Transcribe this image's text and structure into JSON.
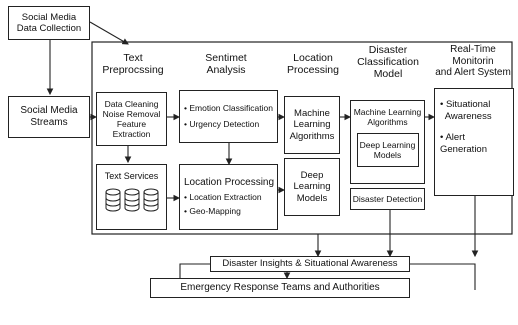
{
  "sources": {
    "collection": [
      "Social Media",
      "Data Collection"
    ],
    "streams": [
      "Social Media",
      "Streams"
    ]
  },
  "headers": {
    "text_preprocessing": [
      "Text",
      "Preprocssing"
    ],
    "sentiment_analysis": [
      "Sentimet",
      "Analysis"
    ],
    "location_processing": [
      "Location",
      "Processing"
    ],
    "disaster_classification": [
      "Disaster",
      "Classification",
      "Model"
    ],
    "realtime_monitoring": [
      "Real-Time Monitorin",
      "and Alert System"
    ]
  },
  "preprocessing": {
    "steps": [
      "Data Cleaning",
      "Noise Removal",
      "Feature Extraction"
    ],
    "text_services": "Text Services"
  },
  "sentiment": {
    "items": [
      "• Emotion Classification",
      "• Urgency Detection"
    ]
  },
  "location": {
    "title": "Location Processing",
    "items": [
      "• Location Extraction",
      "• Geo-Mapping"
    ]
  },
  "location_models": {
    "ml": [
      "Machine",
      "Learning",
      "Algorithms"
    ],
    "dl": [
      "Deep",
      "Learning",
      "Models"
    ]
  },
  "classification": {
    "ml": [
      "Machine Learning",
      "Algorithms"
    ],
    "dl": [
      "Deep Learning",
      "Models"
    ],
    "detection": "Disaster Detection"
  },
  "monitoring": {
    "items": [
      "• Situational",
      "  Awareness",
      "• Alert Generation"
    ]
  },
  "outputs": {
    "insights": "Disaster Insights & Situational Awareness",
    "emergency": "Emergency Response Teams and Authorities"
  },
  "colors": {
    "stroke": "#222222",
    "background": "#ffffff"
  }
}
